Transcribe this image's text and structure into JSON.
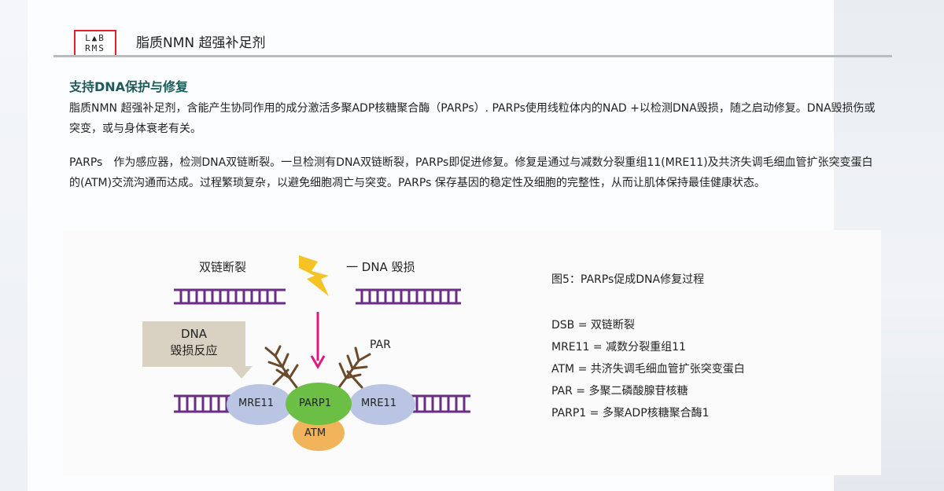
{
  "header": {
    "logo_line1": "L▲B",
    "logo_line2": "RMS",
    "title": "脂质NMN 超强补足剂"
  },
  "section": {
    "title": "支持DNA保护与修复",
    "paragraph1": "脂质NMN 超强补足剂，含能产生协同作用的成分激活多聚ADP核糖聚合酶（PARPs）. PARPs使用线粒体内的NAD +以检测DNA毁损，随之启动修复。DNA毁损伤或突变，或与身体衰老有关。",
    "paragraph2": "PARPs　作为感应器，检测DNA双链断裂。一旦检测有DNA双链断裂，PARPs即促进修复。修复是通过与减数分裂重组11(MRE11)及共济失调毛细血管扩张突变蛋白的(ATM)交流沟通而达成。过程繁琐复杂，以避免细胞凋亡与突变。PARPs 保存基因的稳定性及细胞的完整性，从而让肌体保持最佳健康状态。"
  },
  "diagram": {
    "label_dsb": "双链断裂",
    "label_damage": "一 DNA 毁损",
    "callout_line1": "DNA",
    "callout_line2": "毁损反应",
    "label_par": "PAR",
    "protein_mre11_left": "MRE11",
    "protein_parp1": "PARP1",
    "protein_mre11_right": "MRE11",
    "protein_atm": "ATM",
    "colors": {
      "dna": "#6b2e86",
      "mre11": "#b9c5e3",
      "parp1": "#6cbf45",
      "atm": "#f2b45a",
      "arrow": "#e0177e",
      "lightning": "#f5c324",
      "par": "#6a4a2a"
    }
  },
  "legend": {
    "caption": "图5：PARPs促成DNA修复过程",
    "items": [
      "DSB = 双链断裂",
      "MRE11 = 减数分裂重组11",
      "ATM = 共济失调毛细血管扩张突变蛋白",
      "PAR = 多聚二磷酸腺苷核糖",
      "PARP1 = 多聚ADP核糖聚合酶1"
    ]
  }
}
